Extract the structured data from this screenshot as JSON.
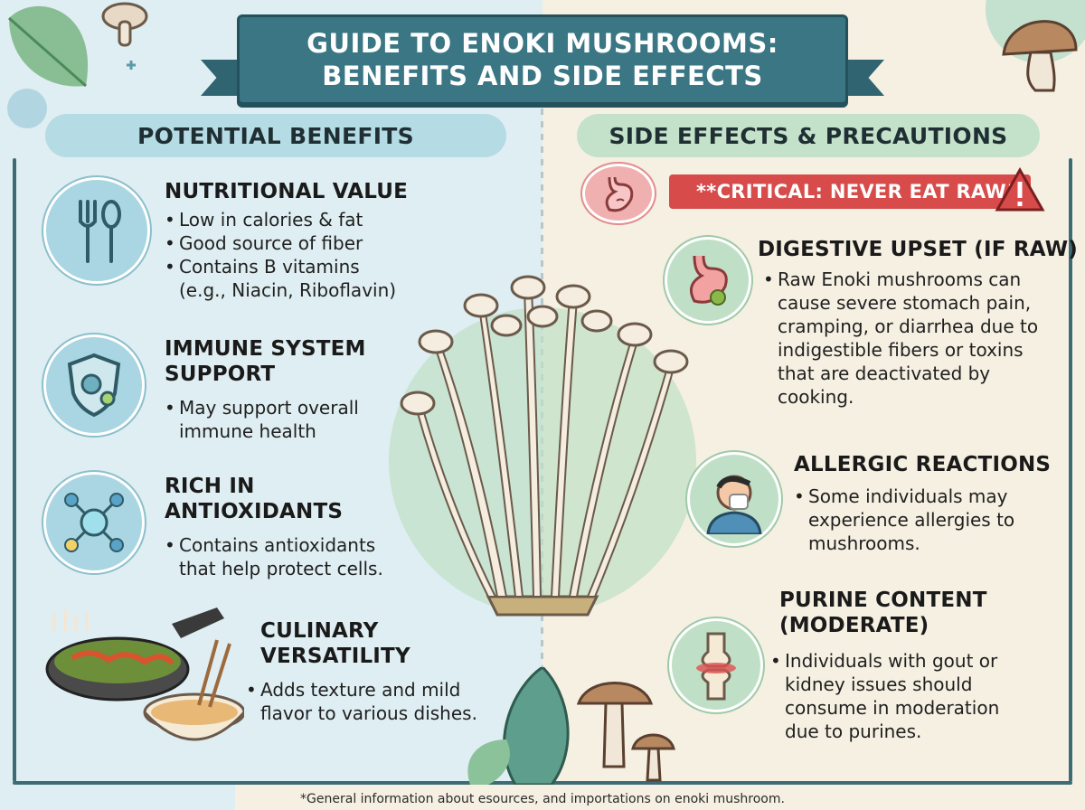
{
  "title": {
    "line1": "GUIDE TO ENOKI MUSHROOMS:",
    "line2": "BENEFITS AND SIDE EFFECTS"
  },
  "benefits": {
    "header": "POTENTIAL BENEFITS",
    "nutritional": {
      "title": "NUTRITIONAL VALUE",
      "items": [
        "Low in calories & fat",
        "Good source of fiber",
        "Contains B vitamins"
      ],
      "extra": "(e.g., Niacin, Riboflavin)"
    },
    "immune": {
      "title1": "IMMUNE SYSTEM",
      "title2": "SUPPORT",
      "item1": "May support overall",
      "item1b": "immune health"
    },
    "antioxidants": {
      "title1": "RICH IN",
      "title2": "ANTIOXIDANTS",
      "item1": "Contains antioxidants",
      "item1b": "that help protect cells."
    },
    "culinary": {
      "title1": "CULINARY",
      "title2": "VERSATILITY",
      "item1": "Adds texture and mild",
      "item1b": "flavor to various dishes."
    }
  },
  "side_effects": {
    "header": "SIDE EFFECTS & PRECAUTIONS",
    "critical": "**CRITICAL: NEVER EAT RAW!",
    "digestive": {
      "title": "DIGESTIVE UPSET (IF RAW)",
      "lines": [
        "Raw Enoki mushrooms can",
        "cause severe stomach pain,",
        "cramping, or diarrhea due to",
        "indigestible fibers or toxins",
        "that are deactivated by",
        "cooking."
      ]
    },
    "allergic": {
      "title": "ALLERGIC REACTIONS",
      "lines": [
        "Some individuals may",
        "experience allergies to",
        "mushrooms."
      ]
    },
    "purine": {
      "title1": "PURINE CONTENT",
      "title2": "(MODERATE)",
      "lines": [
        "Individuals with gout or",
        "kidney issues should",
        "consume in moderation",
        "due to purines."
      ]
    }
  },
  "footer": "*General information about esources, and importations on enoki mushroom.",
  "colors": {
    "teal": "#3a7683",
    "left_bg": "#dfeef2",
    "right_bg": "#f5f0e2",
    "warning_red": "#d84b4b"
  }
}
